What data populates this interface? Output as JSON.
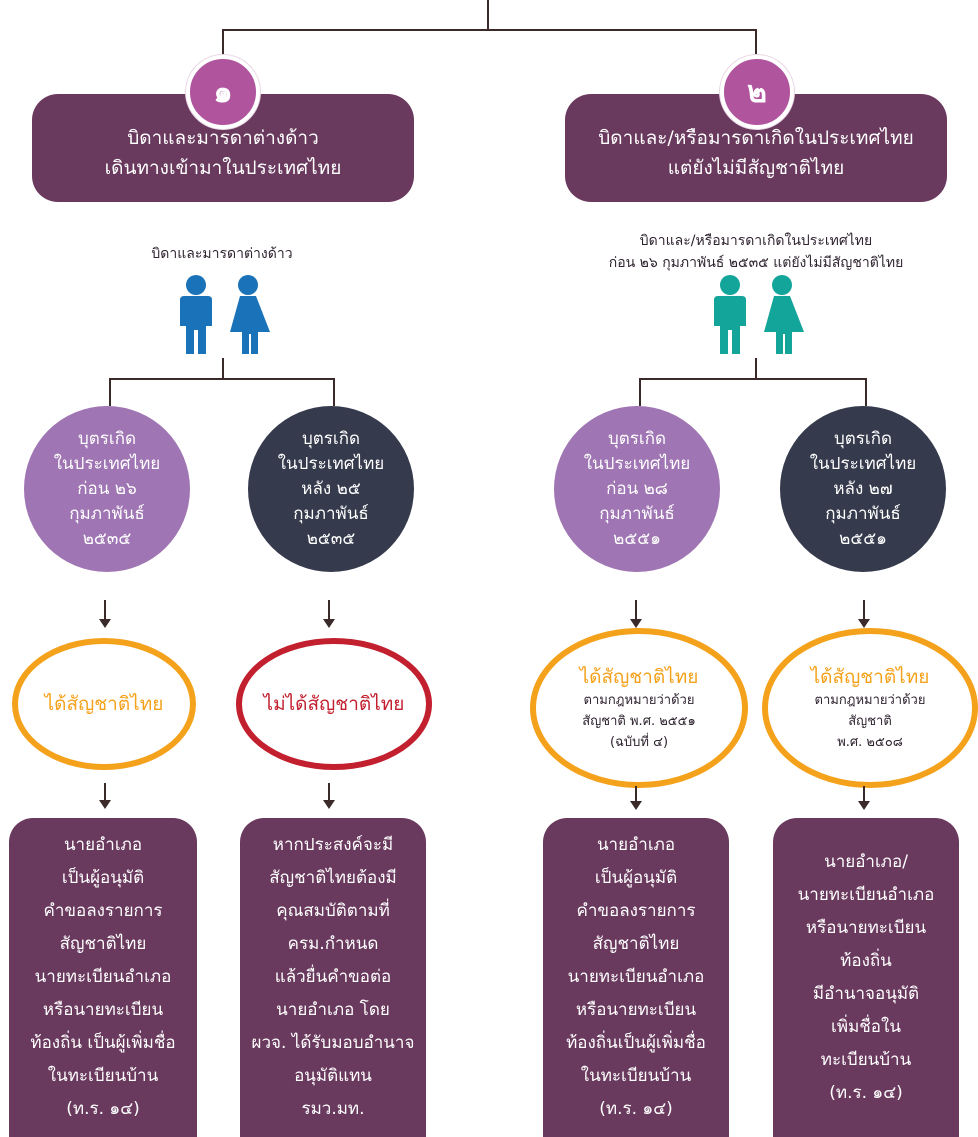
{
  "steps": [
    {
      "number": "๑",
      "title": [
        "บิดาและมารดาต่างด้าว",
        "เดินทางเข้ามาในประเทศไทย"
      ],
      "parents_caption": [
        "บิดาและมารดาต่างด้าว"
      ],
      "icon_color": "#1a72b8",
      "branches": [
        {
          "circle": [
            "บุตรเกิด",
            "ในประเทศไทย",
            "ก่อน ๒๖",
            "กุมภาพันธ์",
            "๒๕๓๕"
          ],
          "result_title": "ได้สัญชาติไทย",
          "result_sub": [],
          "ring_color": "#f4a21c",
          "outcome": [
            "นายอำเภอ",
            "เป็นผู้อนุมัติ",
            "คำขอลงรายการ",
            "สัญชาติไทย",
            "นายทะเบียนอำเภอ",
            "หรือนายทะเบียน",
            "ท้องถิ่น เป็นผู้เพิ่มชื่อ",
            "ในทะเบียนบ้าน",
            "(ท.ร. ๑๔)"
          ]
        },
        {
          "circle": [
            "บุตรเกิด",
            "ในประเทศไทย",
            "หลัง ๒๕",
            "กุมภาพันธ์",
            "๒๕๓๕"
          ],
          "result_title": "ไม่ได้สัญชาติไทย",
          "result_sub": [],
          "ring_color": "#c2202f",
          "outcome": [
            "หากประสงค์จะมี",
            "สัญชาติไทยต้องมี",
            "คุณสมบัติตามที่",
            "ครม.กำหนด",
            "แล้วยื่นคำขอต่อ",
            "นายอำเภอ โดย",
            "ผวจ. ได้รับมอบอำนาจ",
            "อนุมัติแทน",
            "รมว.มท."
          ]
        }
      ]
    },
    {
      "number": "๒",
      "title": [
        "บิดาและ/หรือมารดาเกิดในประเทศไทย",
        "แต่ยังไม่มีสัญชาติไทย"
      ],
      "parents_caption": [
        "บิดาและ/หรือมารดาเกิดในประเทศไทย",
        "ก่อน ๒๖ กุมภาพันธ์ ๒๕๓๕ แต่ยังไม่มีสัญชาติไทย"
      ],
      "icon_color": "#13a59a",
      "branches": [
        {
          "circle": [
            "บุตรเกิด",
            "ในประเทศไทย",
            "ก่อน ๒๘",
            "กุมภาพันธ์",
            "๒๕๕๑"
          ],
          "result_title": "ได้สัญชาติไทย",
          "result_sub": [
            "ตามกฎหมายว่าด้วย",
            "สัญชาติ พ.ศ. ๒๕๕๑",
            "(ฉบับที่ ๔)"
          ],
          "ring_color": "#f4a21c",
          "outcome": [
            "นายอำเภอ",
            "เป็นผู้อนุมัติ",
            "คำขอลงรายการ",
            "สัญชาติไทย",
            "นายทะเบียนอำเภอ",
            "หรือนายทะเบียน",
            "ท้องถิ่นเป็นผู้เพิ่มชื่อ",
            "ในทะเบียนบ้าน",
            "(ท.ร. ๑๔)"
          ]
        },
        {
          "circle": [
            "บุตรเกิด",
            "ในประเทศไทย",
            "หลัง ๒๗",
            "กุมภาพันธ์",
            "๒๕๕๑"
          ],
          "result_title": "ได้สัญชาติไทย",
          "result_sub": [
            "ตามกฎหมายว่าด้วย",
            "สัญชาติ",
            "พ.ศ. ๒๕๐๘"
          ],
          "ring_color": "#f4a21c",
          "outcome": [
            "นายอำเภอ/",
            "นายทะเบียนอำเภอ",
            "หรือนายทะเบียน",
            "ท้องถิ่น",
            "มีอำนาจอนุมัติ",
            "เพิ่มชื่อใน",
            "ทะเบียนบ้าน",
            "(ท.ร. ๑๔)"
          ]
        }
      ]
    }
  ],
  "colors": {
    "box_purple": "#6a3a5e",
    "circle_lavender": "#9f75b3",
    "circle_dark": "#353a4c",
    "number_badge": "#b0549e",
    "ring_orange": "#f4a21c",
    "ring_red": "#c2202f"
  }
}
